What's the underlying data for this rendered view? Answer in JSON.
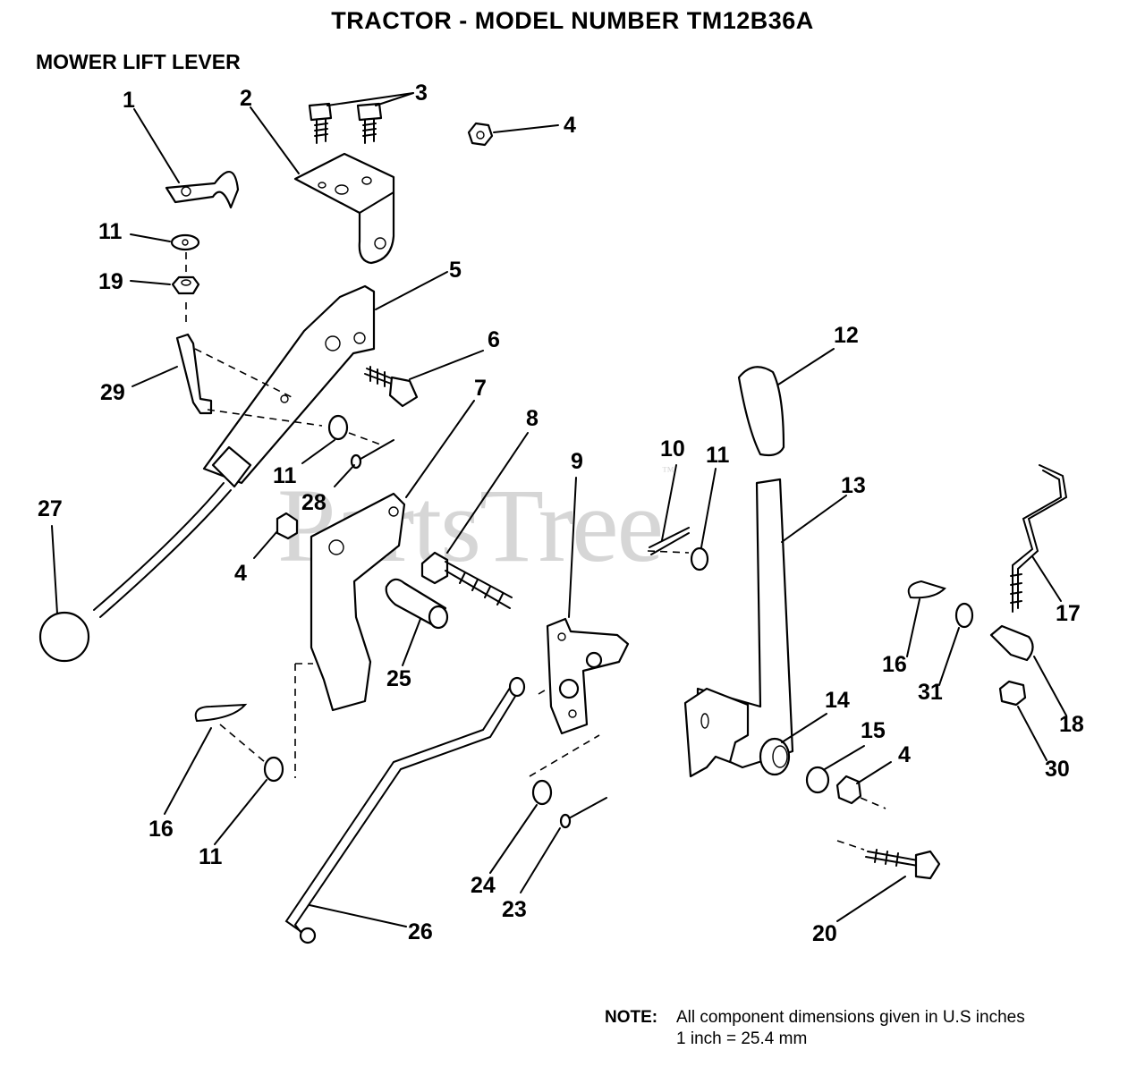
{
  "title": "TRACTOR  - MODEL NUMBER TM12B36A",
  "subtitle": "MOWER LIFT LEVER",
  "watermark": "PartsTree",
  "watermark_tm": "™",
  "note": {
    "label": "NOTE:",
    "line1": "All component dimensions given in U.S  inches",
    "line2": "1 inch = 25.4 mm"
  },
  "callouts": {
    "c1": "1",
    "c2": "2",
    "c3": "3",
    "c4a": "4",
    "c11a": "11",
    "c19": "19",
    "c5": "5",
    "c29": "29",
    "c6": "6",
    "c7": "7",
    "c8": "8",
    "c11b": "11",
    "c28": "28",
    "c27": "27",
    "c4b": "4",
    "c25": "25",
    "c9": "9",
    "c10": "10",
    "c11c": "11",
    "c12": "12",
    "c13": "13",
    "c17": "17",
    "c16a": "16",
    "c31": "31",
    "c18": "18",
    "c30": "30",
    "c14": "14",
    "c15": "15",
    "c4c": "4",
    "c16b": "16",
    "c11d": "11",
    "c24": "24",
    "c23": "23",
    "c26": "26",
    "c20": "20"
  }
}
